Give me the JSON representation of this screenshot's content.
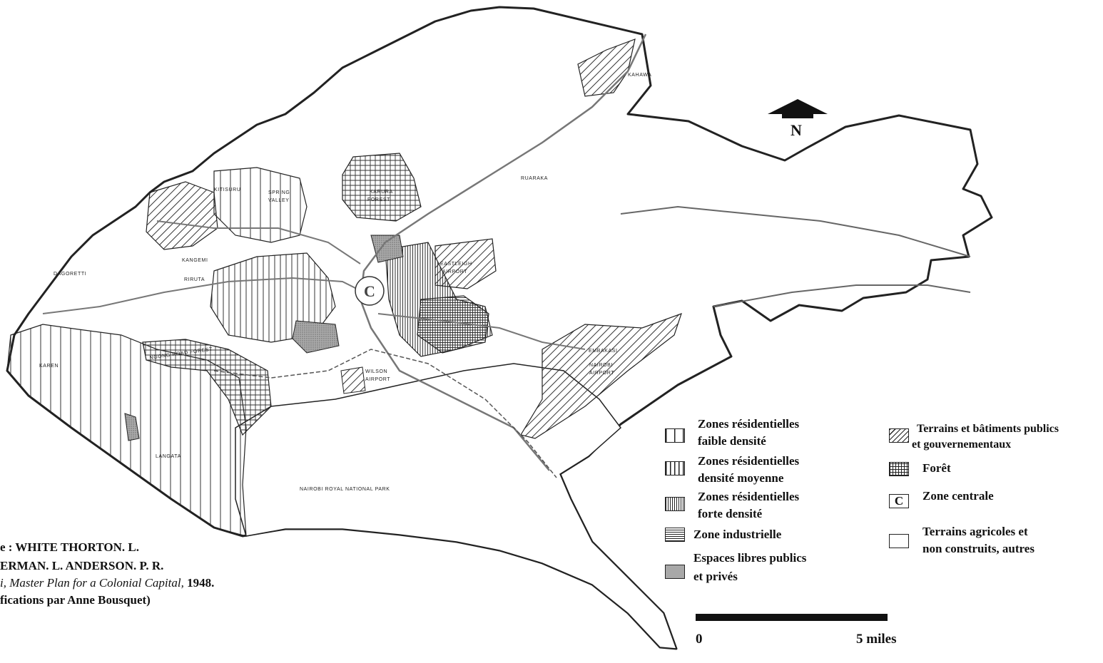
{
  "places": {
    "kahawa": "KAHAWA",
    "ruaraka": "RUARAKA",
    "kitisuru": "KITISURU",
    "spring": "SPRING",
    "valley": "VALLEY",
    "karura": "KARURA",
    "forest": "FOREST",
    "dagoretti": "DAGORETTI",
    "kangemi": "KANGEMI",
    "riruta": "RIRUTA",
    "eastleigh": "EASTLEIGH",
    "airport": "AIRPORT",
    "wilson": "WILSON",
    "embakasi": "EMBAKASI",
    "nairobi": "NAIROBI",
    "karen": "KAREN",
    "ngong_road_forest": "NGONG   ROAD   FOREST",
    "langata": "LANGATA",
    "park": "NAIROBI   ROYAL   NATIONAL   PARK",
    "central": "C"
  },
  "north_label": "N",
  "legend": {
    "low_density_1": "Zones résidentielles",
    "low_density_2": "faible densité",
    "medium_density_1": "Zones résidentielles",
    "medium_density_2": "densité moyenne",
    "high_density_1": "Zones résidentielles",
    "high_density_2": "forte densité",
    "industrial": "Zone industrielle",
    "open_space_1": "Espaces libres publics",
    "open_space_2": "et privés",
    "public_land_1": "Terrains et bâtiments publics",
    "public_land_2": "et gouvernementaux",
    "forest": "Forêt",
    "central": "Zone centrale",
    "central_box": "C",
    "agri_1": "Terrains agricoles et",
    "agri_2": "non construits, autres"
  },
  "source": {
    "line1": "e : WHITE THORTON. L.",
    "line2": "ERMAN. L. ANDERSON. P. R.",
    "line3_italic": "i, Master Plan for a Colonial Capital,",
    "line3_year": " 1948.",
    "line4": "fications par Anne Bousquet)"
  },
  "scale": {
    "start": "0",
    "end": "5 miles"
  }
}
